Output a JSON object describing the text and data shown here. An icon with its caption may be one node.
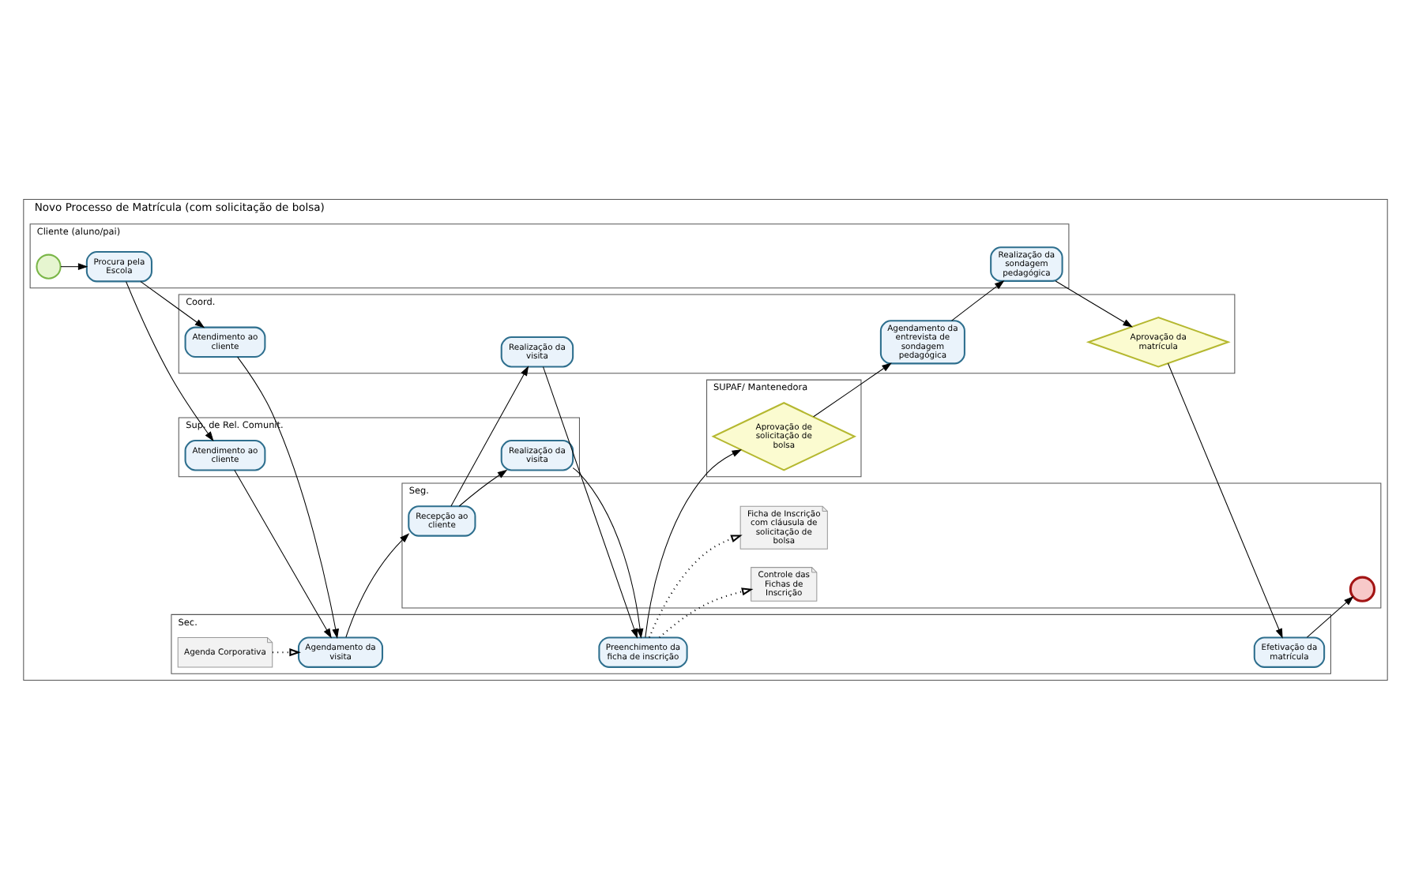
{
  "diagram": {
    "nodes": [
      {
        "text": [
          "Novo Processo de Matrícula (com solicitação de bolsa)"
        ]
      },
      {
        "text": [
          "Sup. de Rel. Comunit."
        ],
        "in": 0
      },
      {
        "text": [
          "Cliente (aluno/pai)"
        ],
        "in": 0
      },
      {
        "text": [
          "Coord."
        ],
        "in": 0
      },
      {
        "text": [
          "Sec."
        ],
        "in": 0
      },
      {
        "text": [
          "Seg."
        ],
        "in": 0
      },
      {
        "text": [
          "SUPAF/ Mantenedora"
        ],
        "in": 0
      },
      {
        "text": [
          "Atendimento ao cliente"
        ],
        "in": 1
      },
      {
        "text": [
          "Realização da visita"
        ],
        "in": 1
      },
      {
        "text": [],
        "shape": "circle",
        "in": 2
      },
      {
        "text": [
          "Procura pela Escola"
        ],
        "in": 2
      },
      {
        "text": [
          "Realização da sondagem pedagógica"
        ],
        "in": 2
      },
      {
        "text": [
          "Atendimento ao cliente"
        ],
        "in": 3
      },
      {
        "text": [
          "Realização da visita"
        ],
        "in": 3
      },
      {
        "text": [
          "Agendamento da entrevista de sondagem pedagógica"
        ],
        "in": 3
      },
      {
        "text": [
          "Aprovação da matrícula"
        ],
        "in": 3
      },
      {
        "text": [
          "Agenda Corporativa"
        ],
        "in": 4
      },
      {
        "text": [
          "Agendamento da visita"
        ],
        "in": 4
      },
      {
        "text": [
          "Preenchimento da ficha de inscrição"
        ],
        "in": 4
      },
      {
        "text": [
          "Efetivação da matrícula"
        ],
        "in": 4
      },
      {
        "text": [
          "Recepção ao cliente"
        ],
        "in": 5
      },
      {
        "text": [
          "Ficha de Inscrição com cláusula de solicitação de bolsa"
        ],
        "in": 5
      },
      {
        "text": [
          "Controle das Fichas de Inscrição"
        ],
        "in": 5
      },
      {
        "text": [],
        "shape": "circle",
        "in": 5
      },
      {
        "text": [
          "Aprovação de solicitação de bolsa"
        ],
        "in": 6
      }
    ],
    "edges": [
      {
        "from": 9,
        "to": 10,
        "arrow": "to"
      },
      {
        "from": 10,
        "to": 7,
        "arrow": "to"
      },
      {
        "from": 10,
        "to": 12,
        "arrow": "to"
      },
      {
        "from": 7,
        "to": 17,
        "arrow": "to"
      },
      {
        "from": 12,
        "to": 17,
        "arrow": "to"
      },
      {
        "from": 16,
        "to": 17,
        "arrow": "to",
        "style": "dashed"
      },
      {
        "from": 17,
        "to": 20,
        "arrow": "to"
      },
      {
        "from": 20,
        "to": 8,
        "arrow": "to"
      },
      {
        "from": 20,
        "to": 13,
        "arrow": "to"
      },
      {
        "from": 8,
        "to": 18,
        "arrow": "to"
      },
      {
        "from": 13,
        "to": 18,
        "arrow": "to"
      },
      {
        "from": 18,
        "to": 21,
        "arrow": "to",
        "style": "dashed"
      },
      {
        "from": 18,
        "to": 22,
        "arrow": "to",
        "style": "dashed"
      },
      {
        "from": 18,
        "to": 24,
        "arrow": "to"
      },
      {
        "from": 24,
        "to": 14,
        "arrow": "to"
      },
      {
        "from": 14,
        "to": 11,
        "arrow": "to"
      },
      {
        "from": 11,
        "to": 15,
        "arrow": "to"
      },
      {
        "from": 15,
        "to": 19,
        "arrow": "to"
      },
      {
        "from": 19,
        "to": 23,
        "arrow": "to"
      }
    ]
  }
}
